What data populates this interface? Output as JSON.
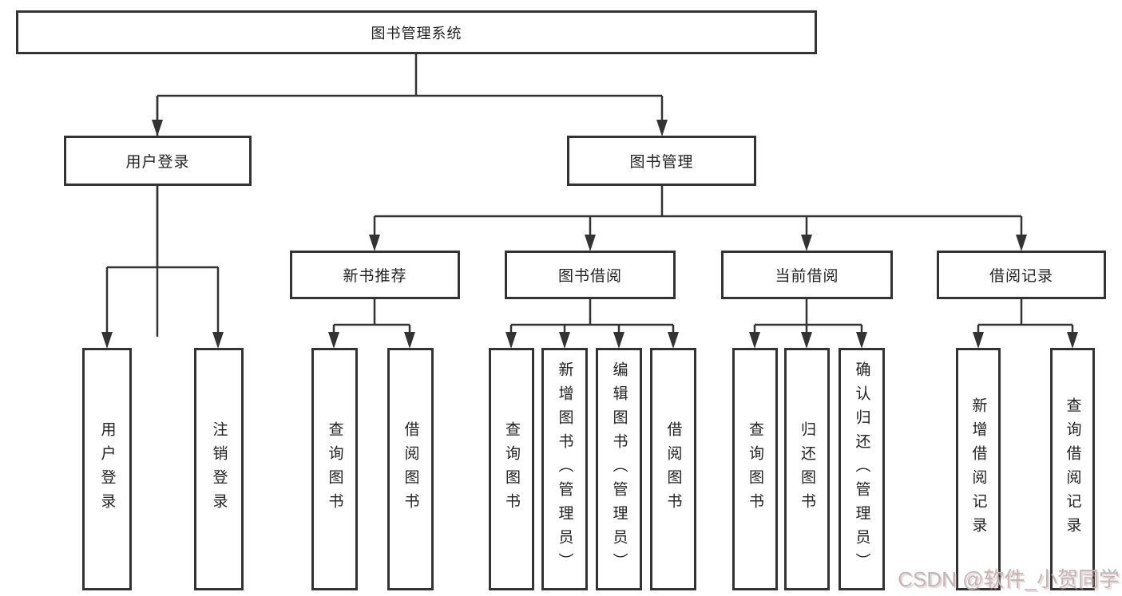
{
  "tree": {
    "label": "图书管理系统",
    "children": [
      {
        "label": "用户登录",
        "children": [
          {
            "label": "用户登录"
          },
          {
            "label": "注销登录"
          }
        ]
      },
      {
        "label": "图书管理",
        "children": [
          {
            "label": "新书推荐",
            "children": [
              {
                "label": "查询图书"
              },
              {
                "label": "借阅图书"
              }
            ]
          },
          {
            "label": "图书借阅",
            "children": [
              {
                "label": "查询图书"
              },
              {
                "label": "新增图书（管理员）"
              },
              {
                "label": "编辑图书（管理员）"
              },
              {
                "label": "借阅图书"
              }
            ]
          },
          {
            "label": "当前借阅",
            "children": [
              {
                "label": "查询图书"
              },
              {
                "label": "归还图书"
              },
              {
                "label": "确认归还（管理员）"
              }
            ]
          },
          {
            "label": "借阅记录",
            "children": [
              {
                "label": "新增借阅记录"
              },
              {
                "label": "查询借阅记录"
              }
            ]
          }
        ]
      }
    ]
  },
  "watermark": {
    "text": "CSDN @软件_小贺同学"
  },
  "colors": {
    "line": "#333333",
    "box_border": "#333333",
    "text": "#222222",
    "watermark": "#b9b9b9",
    "background": "#ffffff"
  }
}
